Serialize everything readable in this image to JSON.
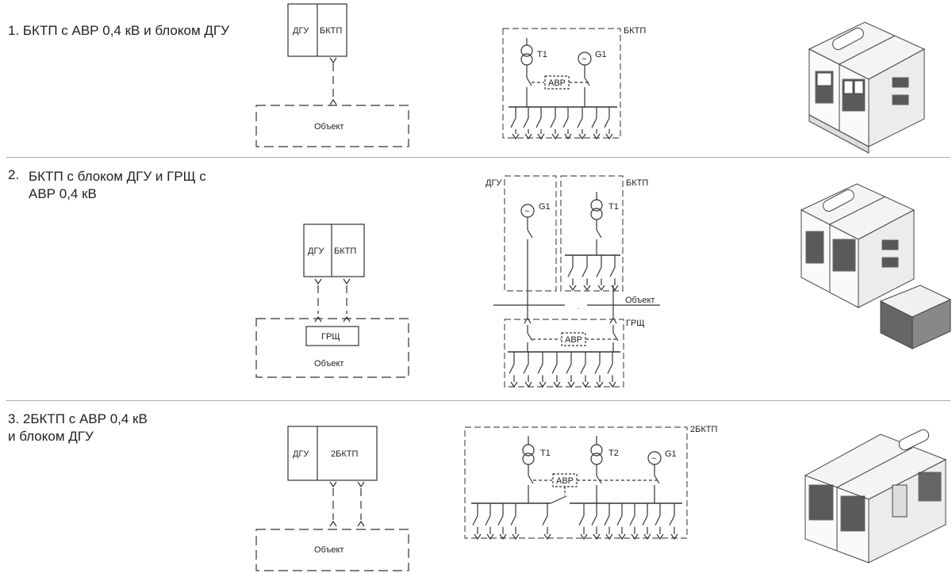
{
  "rows": [
    {
      "title": "1.  БКТП с АВР 0,4 кВ и блоком ДГУ"
    },
    {
      "number": "2.",
      "title": "БКТП с блоком ДГУ и ГРЩ с\nАВР 0,4 кВ"
    },
    {
      "title": "3.  2БКТП с АВР 0,4 кВ\n     и блоком ДГУ"
    }
  ],
  "labels": {
    "dgu": "ДГУ",
    "bktp": "БКТП",
    "bktp2": "2БКТП",
    "object": "Объект",
    "grsch": "ГРЩ",
    "avr": "АВР",
    "t1": "Т1",
    "t2": "Т2",
    "g1": "G1"
  }
}
